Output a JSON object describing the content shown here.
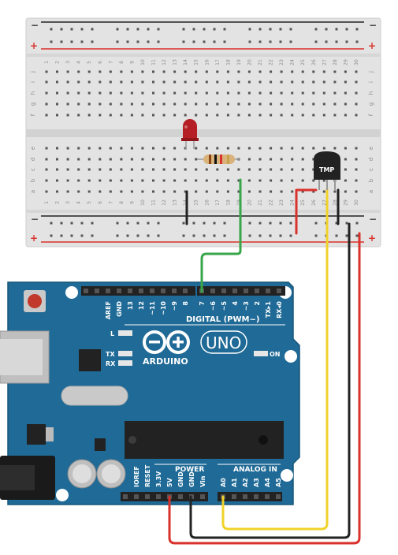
{
  "breadboard": {
    "columns": [
      "1",
      "2",
      "3",
      "4",
      "5",
      "6",
      "7",
      "8",
      "9",
      "10",
      "11",
      "12",
      "13",
      "14",
      "15",
      "16",
      "17",
      "18",
      "19",
      "20",
      "21",
      "22",
      "23",
      "24",
      "25",
      "26",
      "27",
      "28",
      "29",
      "30"
    ],
    "rows_top": [
      "j",
      "i",
      "h",
      "g",
      "f"
    ],
    "rows_bottom": [
      "e",
      "d",
      "c",
      "b",
      "a"
    ],
    "rail_minus": "−",
    "rail_plus": "+"
  },
  "components": {
    "temp_sensor_label": "TMP"
  },
  "arduino": {
    "brand": "ARDUINO",
    "model": "UNO",
    "digital_label": "DIGITAL (PWM~)",
    "power_label": "POWER",
    "analog_label": "ANALOG IN",
    "on_label": "ON",
    "l_label": "L",
    "tx_label": "TX",
    "rx_label": "RX",
    "digital_pins": [
      "AREF",
      "GND",
      "13",
      "12",
      "~11",
      "~10",
      "~9",
      "8",
      "7",
      "~6",
      "~5",
      "4",
      "~3",
      "2",
      "TX▸1",
      "RX◂0"
    ],
    "power_pins": [
      "IOREF",
      "RESET",
      "3.3V",
      "5V",
      "GND",
      "GND",
      "Vin"
    ],
    "analog_pins": [
      "A0",
      "A1",
      "A2",
      "A3",
      "A4",
      "A5"
    ]
  },
  "colors": {
    "board_blue": "#1f6a96",
    "breadboard": "#e3e3e3",
    "wire_green": "#3aa64a",
    "wire_yellow": "#f0d22a",
    "wire_red": "#d9312b",
    "wire_black": "#222222"
  }
}
